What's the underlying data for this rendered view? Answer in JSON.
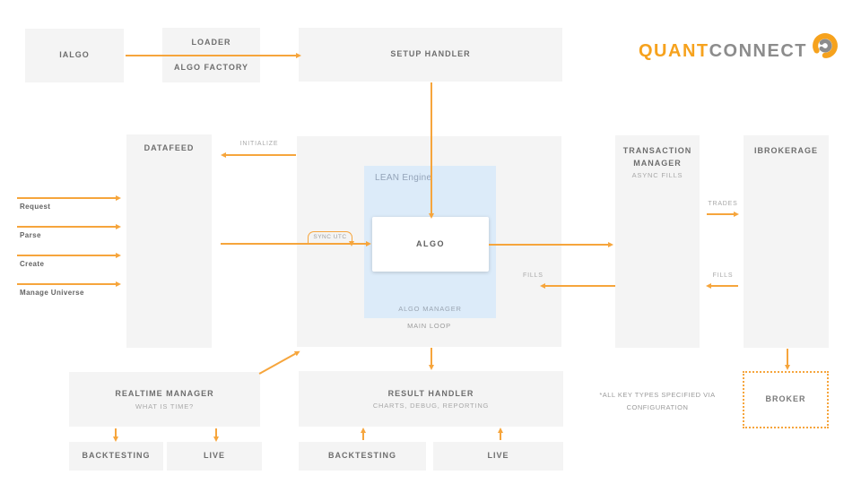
{
  "logo": {
    "quant": "QUANT",
    "connect": "CONNECT"
  },
  "boxes": {
    "ialgo": {
      "title": "IALGO"
    },
    "loader": {
      "title": "LOADER",
      "subtitle": "ALGO FACTORY"
    },
    "setup_handler": {
      "title": "SETUP HANDLER"
    },
    "datafeed": {
      "title": "DATAFEED"
    },
    "lean_engine": {
      "title": "LEAN Engine",
      "footer": "ALGO MANAGER"
    },
    "algo": {
      "title": "ALGO"
    },
    "main_loop": {
      "label": "MAIN LOOP"
    },
    "transaction_manager": {
      "title": "TRANSACTION MANAGER",
      "subtitle": "ASYNC FILLS"
    },
    "ibrokerage": {
      "title": "IBROKERAGE"
    },
    "realtime_manager": {
      "title": "REALTIME MANAGER",
      "subtitle": "WHAT IS TIME?"
    },
    "result_handler": {
      "title": "RESULT HANDLER",
      "subtitle": "CHARTS, DEBUG, REPORTING"
    },
    "backtesting_realtime": {
      "title": "BACKTESTING"
    },
    "live_realtime": {
      "title": "LIVE"
    },
    "backtesting_result": {
      "title": "BACKTESTING"
    },
    "live_result": {
      "title": "LIVE"
    },
    "broker": {
      "title": "BROKER"
    }
  },
  "edge_labels": {
    "initialize": "INITIALIZE",
    "sync_utc": "SYNC UTC",
    "fills_inner": "FILLS",
    "trades": "TRADES",
    "fills_outer": "FILLS"
  },
  "datafeed_methods": {
    "request": "Request",
    "parse": "Parse",
    "create": "Create",
    "manage_universe": "Manage Universe"
  },
  "note": "*ALL KEY TYPES SPECIFIED VIA CONFIGURATION",
  "colors": {
    "accent": "#F6A53C",
    "logo_orange": "#F6A21D",
    "logo_gray": "#8C8C8C",
    "box_fill": "#F4F4F4",
    "lean_fill": "#DCEBF9",
    "title_text": "#6E6E6E",
    "muted_text": "#A8A8A8"
  }
}
